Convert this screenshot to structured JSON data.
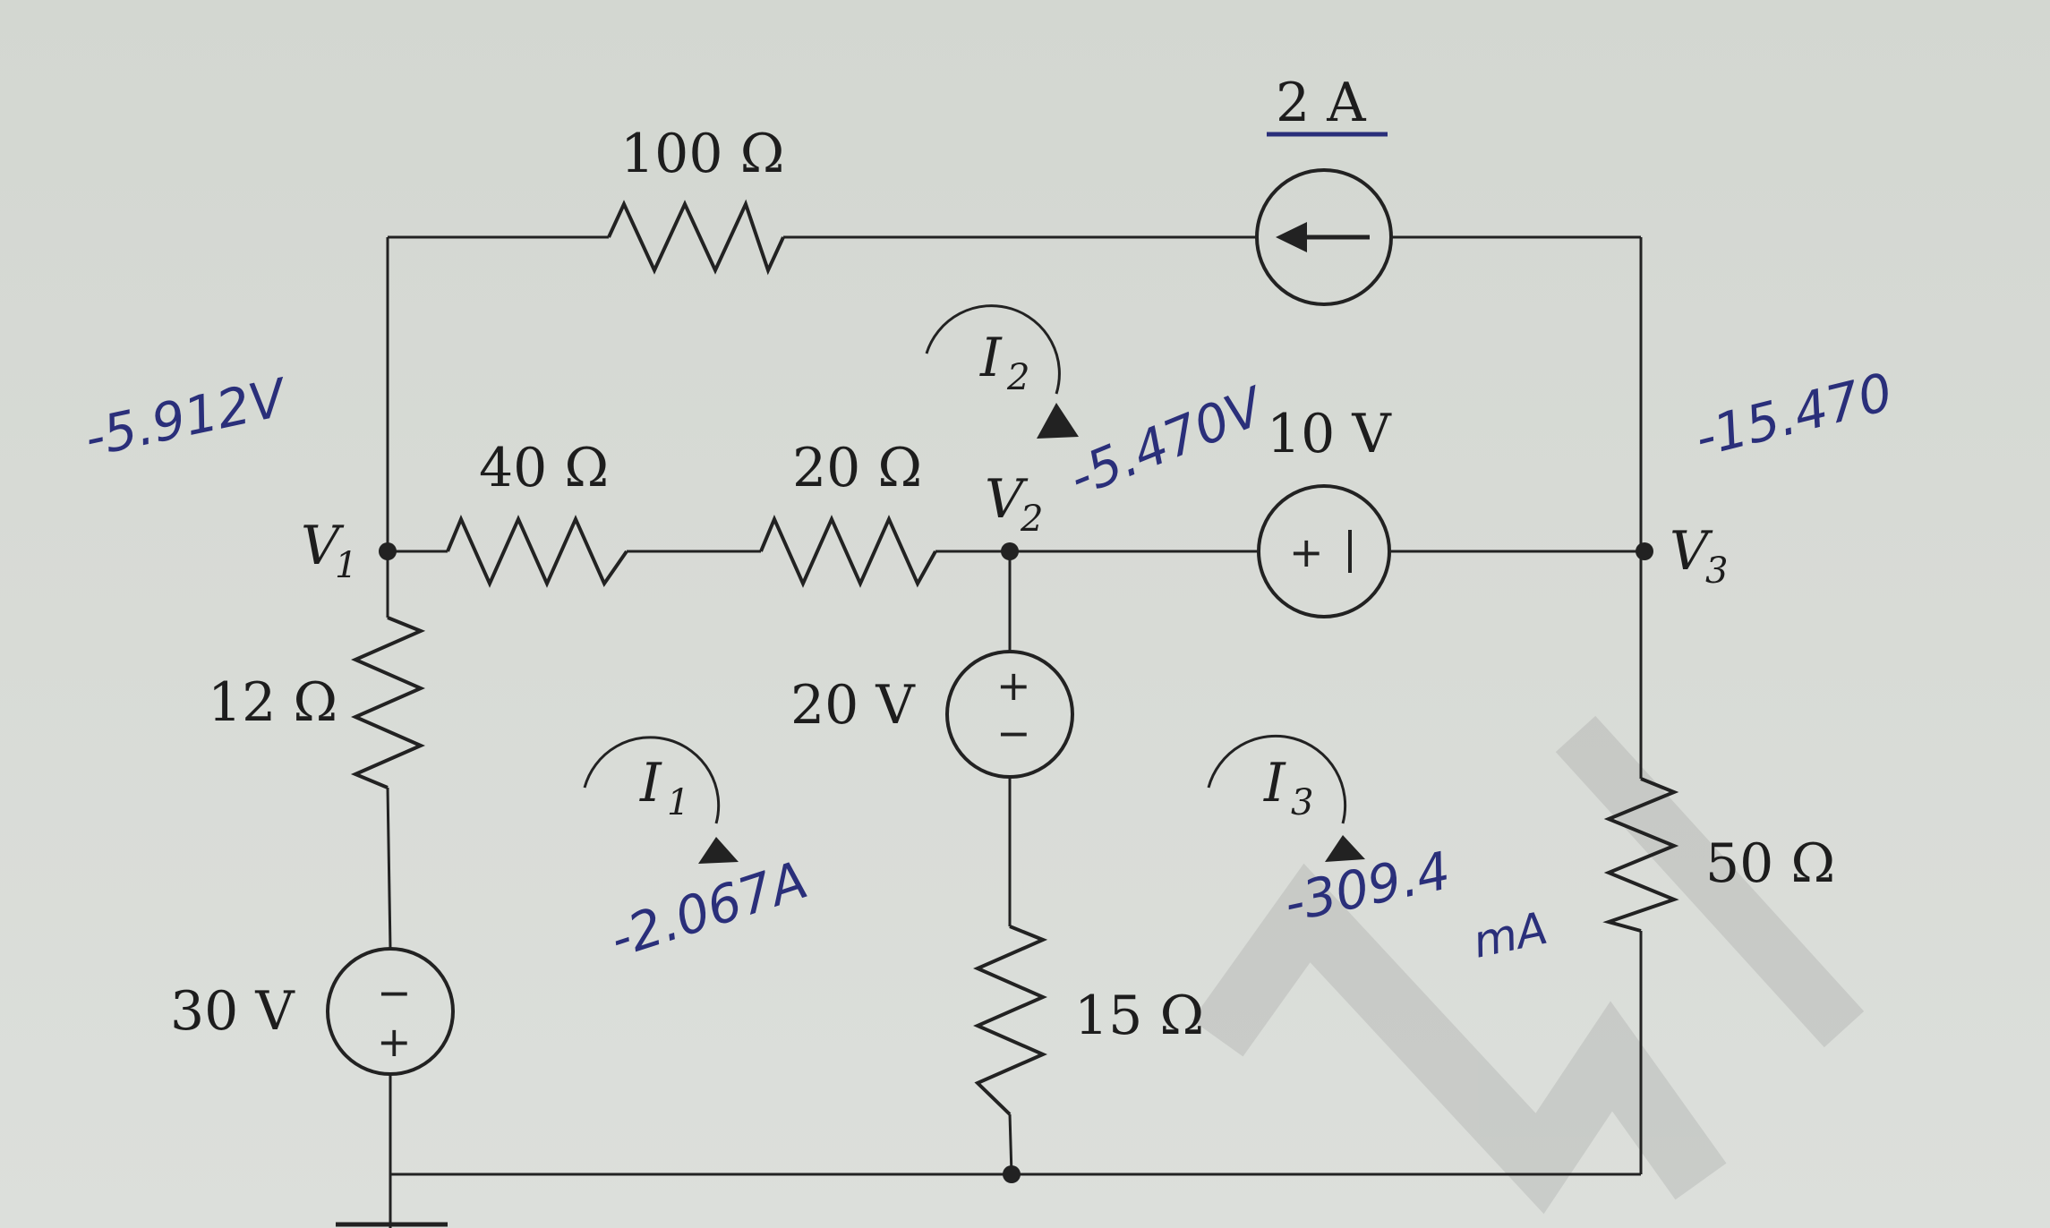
{
  "components": {
    "r100": "100 Ω",
    "r40": "40 Ω",
    "r20": "20 Ω",
    "r12": "12 Ω",
    "r15": "15 Ω",
    "r50": "50 Ω",
    "i2a": "2 A",
    "v10": "10 V",
    "v20": "20 V",
    "v30": "30 V"
  },
  "nodes": {
    "v1": "V",
    "v1_sub": "1",
    "v2": "V",
    "v2_sub": "2",
    "v3": "V",
    "v3_sub": "3"
  },
  "loops": {
    "i1": "I",
    "i1_sub": "1",
    "i2": "I",
    "i2_sub": "2",
    "i3": "I",
    "i3_sub": "3"
  },
  "handwritten": {
    "v1_value": "-5.912V",
    "v2_value": "-5.470V",
    "v3_value": "-15.470",
    "i1_value": "-2.067A",
    "i3_value": "-309.4",
    "i3_unit": "mA"
  },
  "signs": {
    "plus": "+",
    "minus": "−"
  },
  "colors": {
    "ink": "#222222",
    "pen": "#2a2f7a",
    "paper": "#d5d9d3"
  }
}
